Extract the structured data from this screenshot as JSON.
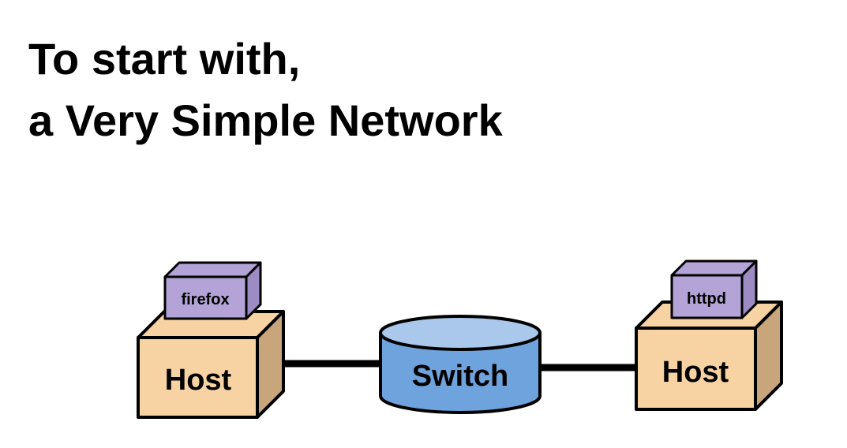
{
  "title": {
    "line1": "To start with,",
    "line2": "a Very Simple Network"
  },
  "diagram": {
    "left_host": {
      "label": "Host",
      "app": "firefox"
    },
    "switch": {
      "label": "Switch"
    },
    "right_host": {
      "label": "Host",
      "app": "httpd"
    },
    "colors": {
      "host_front": "#f7d2a3",
      "host_side": "#c8a57a",
      "app_front": "#b3a3d7",
      "app_side": "#9d8cc3",
      "switch_body": "#6fa3dd",
      "switch_top": "#aac8ec",
      "link": "#000000"
    }
  }
}
